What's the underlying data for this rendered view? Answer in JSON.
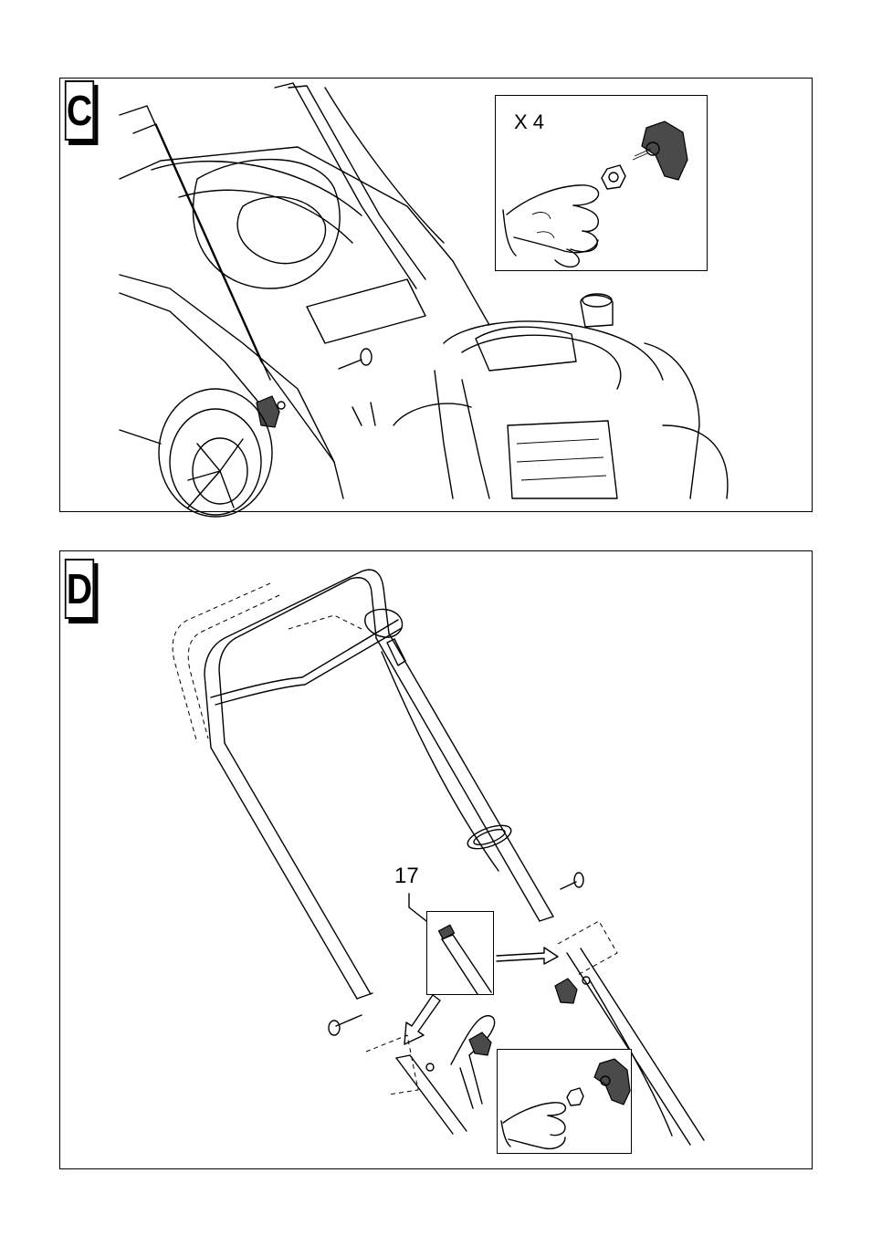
{
  "panel_c": {
    "label": "C",
    "quantity_label": "X 4"
  },
  "panel_d": {
    "label": "D",
    "callout_number": "17"
  }
}
